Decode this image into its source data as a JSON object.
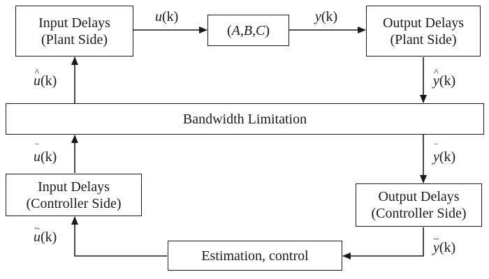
{
  "blocks": {
    "input_delays_plant": {
      "line1": "Input Delays",
      "line2": "(Plant Side)"
    },
    "plant": {
      "text": "(A,B,C)"
    },
    "output_delays_plant": {
      "line1": "Output Delays",
      "line2": "(Plant Side)"
    },
    "bandwidth": {
      "text": "Bandwidth Limitation"
    },
    "input_delays_controller": {
      "line1": "Input Delays",
      "line2": "(Controller Side)"
    },
    "output_delays_controller": {
      "line1": "Output Delays",
      "line2": "(Controller Side)"
    },
    "estimation": {
      "text": "Estimation, control"
    }
  },
  "signals": {
    "u": {
      "symbol": "u",
      "arg": "(k)",
      "mark": ""
    },
    "y": {
      "symbol": "y",
      "arg": "(k)",
      "mark": ""
    },
    "u_hat": {
      "symbol": "u",
      "arg": "(k)",
      "mark": "^"
    },
    "y_hat": {
      "symbol": "y",
      "arg": "(k)",
      "mark": "^"
    },
    "u_bar": {
      "symbol": "u",
      "arg": "(k)",
      "mark": "‾"
    },
    "y_bar": {
      "symbol": "y",
      "arg": "(k)",
      "mark": "‾"
    },
    "u_tilde": {
      "symbol": "u",
      "arg": "(k)",
      "mark": "~"
    },
    "y_tilde": {
      "symbol": "y",
      "arg": "(k)",
      "mark": "~"
    }
  }
}
